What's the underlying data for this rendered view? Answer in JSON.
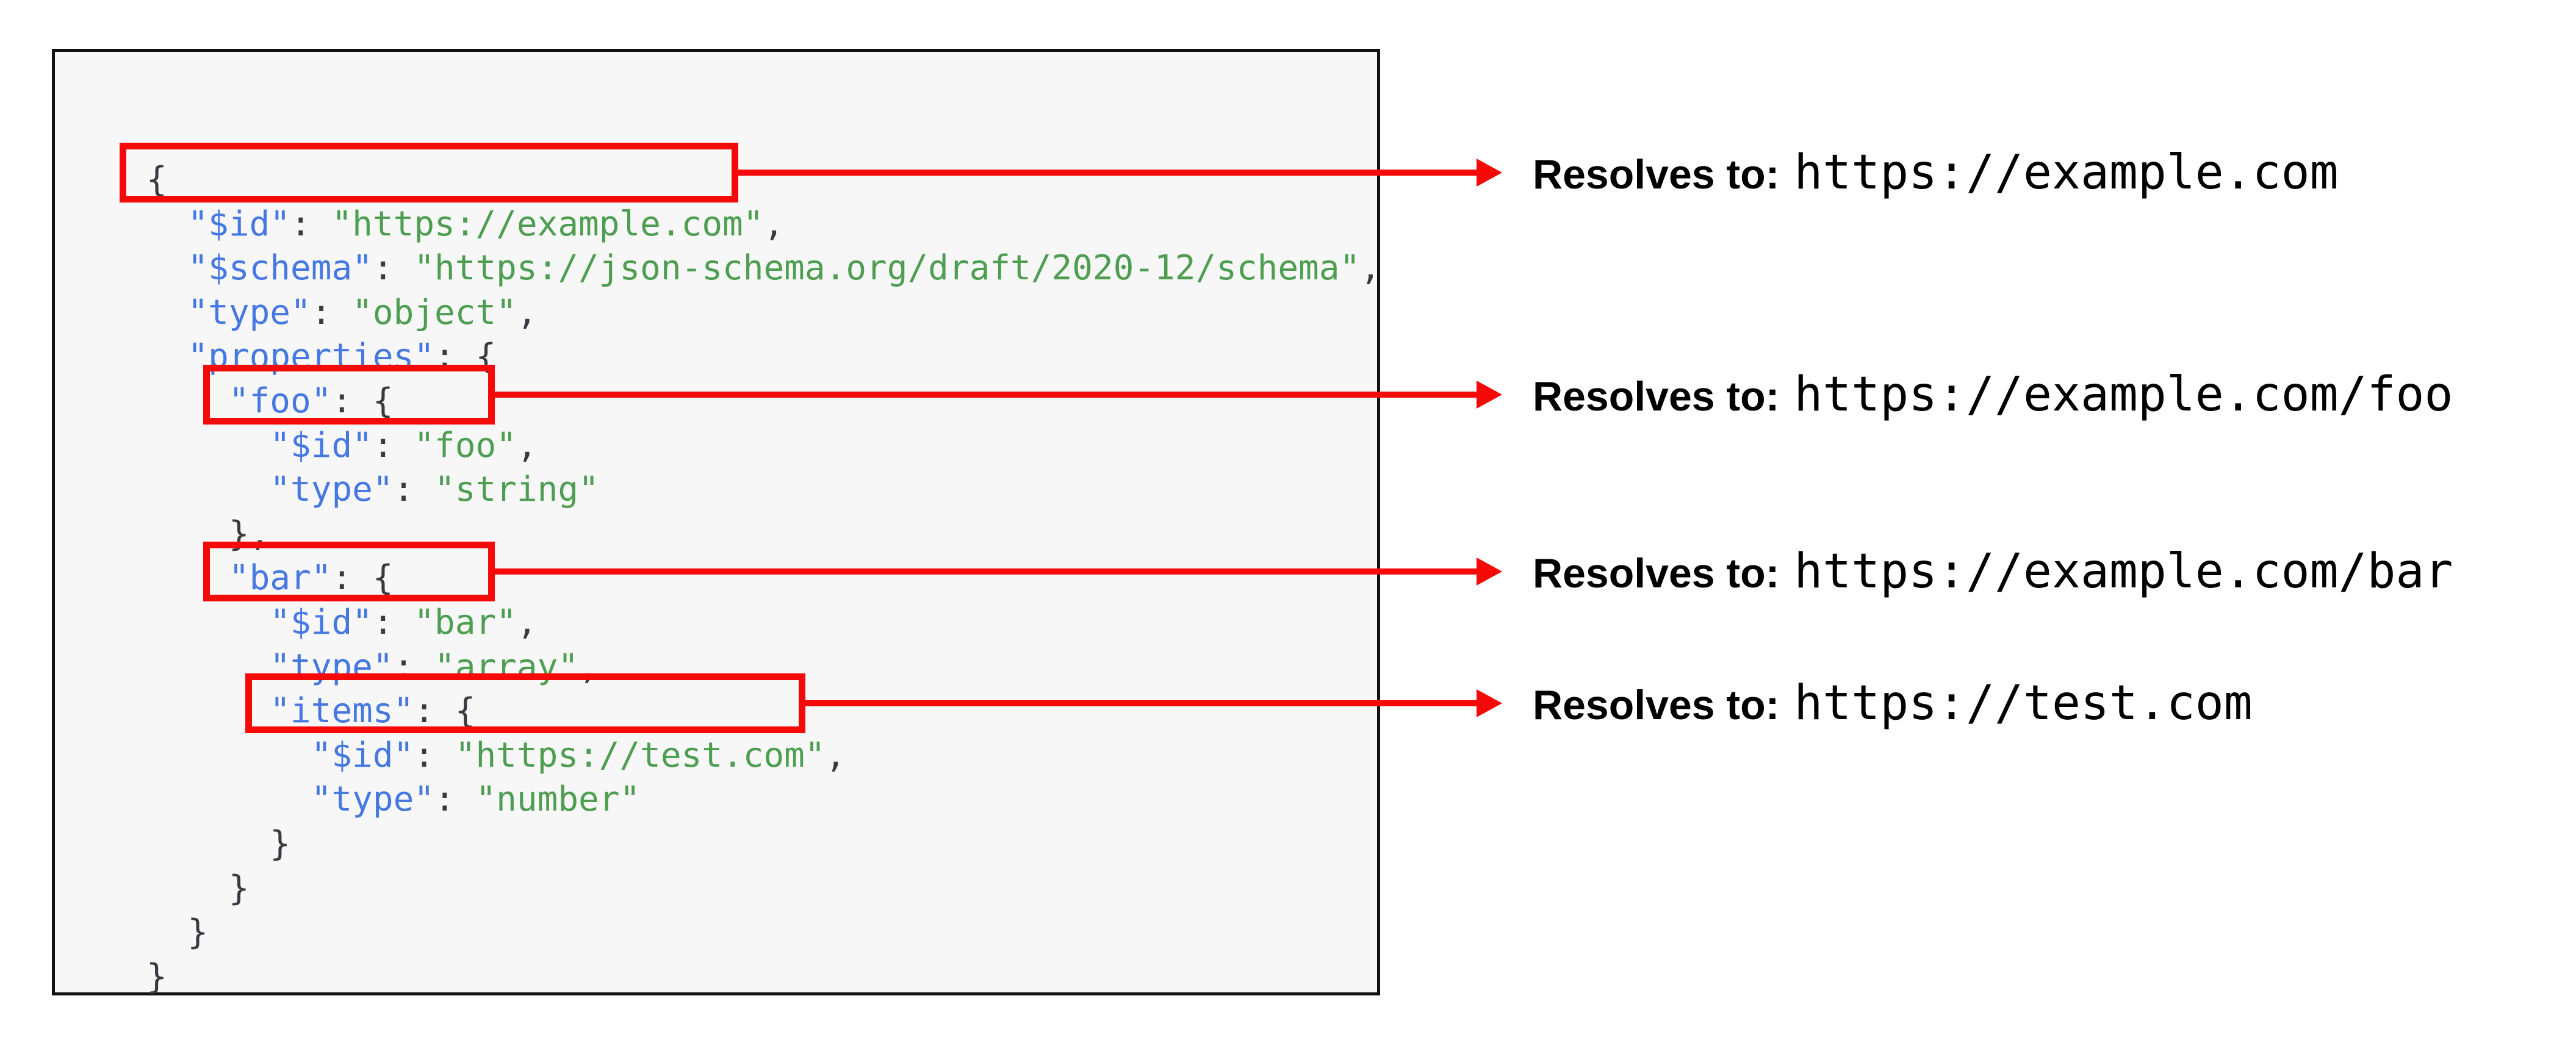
{
  "panel": {
    "background": "#f7f7f7",
    "border_color": "#111111"
  },
  "colors": {
    "key": "#4678e2",
    "string": "#4d9e50",
    "punctuation": "#383a42",
    "highlight_red": "#f50a0a"
  },
  "code": {
    "language": "json",
    "lines": [
      [
        [
          "p",
          "{"
        ]
      ],
      [
        [
          "p",
          "  "
        ],
        [
          "k",
          "\"$id\""
        ],
        [
          "p",
          ": "
        ],
        [
          "s",
          "\"https://example.com\""
        ],
        [
          "p",
          ","
        ]
      ],
      [
        [
          "p",
          "  "
        ],
        [
          "k",
          "\"$schema\""
        ],
        [
          "p",
          ": "
        ],
        [
          "s",
          "\"https://json-schema.org/draft/2020-12/schema\""
        ],
        [
          "p",
          ","
        ]
      ],
      [
        [
          "p",
          "  "
        ],
        [
          "k",
          "\"type\""
        ],
        [
          "p",
          ": "
        ],
        [
          "s",
          "\"object\""
        ],
        [
          "p",
          ","
        ]
      ],
      [
        [
          "p",
          "  "
        ],
        [
          "k",
          "\"properties\""
        ],
        [
          "p",
          ": {"
        ]
      ],
      [
        [
          "p",
          "    "
        ],
        [
          "k",
          "\"foo\""
        ],
        [
          "p",
          ": {"
        ]
      ],
      [
        [
          "p",
          "      "
        ],
        [
          "k",
          "\"$id\""
        ],
        [
          "p",
          ": "
        ],
        [
          "s",
          "\"foo\""
        ],
        [
          "p",
          ","
        ]
      ],
      [
        [
          "p",
          "      "
        ],
        [
          "k",
          "\"type\""
        ],
        [
          "p",
          ": "
        ],
        [
          "s",
          "\"string\""
        ]
      ],
      [
        [
          "p",
          "    },"
        ]
      ],
      [
        [
          "p",
          "    "
        ],
        [
          "k",
          "\"bar\""
        ],
        [
          "p",
          ": {"
        ]
      ],
      [
        [
          "p",
          "      "
        ],
        [
          "k",
          "\"$id\""
        ],
        [
          "p",
          ": "
        ],
        [
          "s",
          "\"bar\""
        ],
        [
          "p",
          ","
        ]
      ],
      [
        [
          "p",
          "      "
        ],
        [
          "k",
          "\"type\""
        ],
        [
          "p",
          ": "
        ],
        [
          "s",
          "\"array\""
        ],
        [
          "p",
          ","
        ]
      ],
      [
        [
          "p",
          "      "
        ],
        [
          "k",
          "\"items\""
        ],
        [
          "p",
          ": {"
        ]
      ],
      [
        [
          "p",
          "        "
        ],
        [
          "k",
          "\"$id\""
        ],
        [
          "p",
          ": "
        ],
        [
          "s",
          "\"https://test.com\""
        ],
        [
          "p",
          ","
        ]
      ],
      [
        [
          "p",
          "        "
        ],
        [
          "k",
          "\"type\""
        ],
        [
          "p",
          ": "
        ],
        [
          "s",
          "\"number\""
        ]
      ],
      [
        [
          "p",
          "      }"
        ]
      ],
      [
        [
          "p",
          "    }"
        ]
      ],
      [
        [
          "p",
          "  }"
        ]
      ],
      [
        [
          "p",
          "}"
        ]
      ]
    ]
  },
  "annotations": [
    {
      "label": "Resolves to:",
      "url": "https://example.com"
    },
    {
      "label": "Resolves to:",
      "url": "https://example.com/foo"
    },
    {
      "label": "Resolves to:",
      "url": "https://example.com/bar"
    },
    {
      "label": "Resolves to:",
      "url": "https://test.com"
    }
  ]
}
